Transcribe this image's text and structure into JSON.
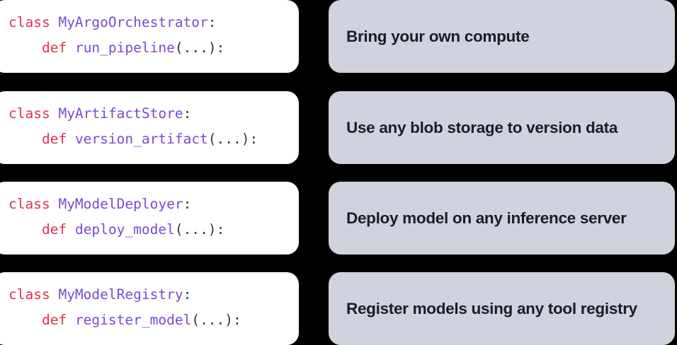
{
  "theme": {
    "background": "#000000",
    "code_card_bg": "#ffffff",
    "label_card_bg": "#d0d2dd",
    "keyword_color": "#e03050",
    "identifier_color": "#7b4ad0",
    "punctuation_color": "#33363d",
    "label_text_color": "#1b1b2e"
  },
  "rows": [
    {
      "code": {
        "line1": {
          "keyword": "class",
          "space": " ",
          "identifier": "MyArgoOrchestrator",
          "punct": ":"
        },
        "line2": {
          "indent": "    ",
          "keyword": "def",
          "space": " ",
          "identifier": "run_pipeline",
          "punct": "(...):"
        }
      },
      "label": "Bring your own compute"
    },
    {
      "code": {
        "line1": {
          "keyword": "class",
          "space": " ",
          "identifier": "MyArtifactStore",
          "punct": ":"
        },
        "line2": {
          "indent": "    ",
          "keyword": "def",
          "space": " ",
          "identifier": "version_artifact",
          "punct": "(...):"
        }
      },
      "label": "Use any blob storage to version data"
    },
    {
      "code": {
        "line1": {
          "keyword": "class",
          "space": " ",
          "identifier": "MyModelDeployer",
          "punct": ":"
        },
        "line2": {
          "indent": "    ",
          "keyword": "def",
          "space": " ",
          "identifier": "deploy_model",
          "punct": "(...):"
        }
      },
      "label": "Deploy model on any inference server"
    },
    {
      "code": {
        "line1": {
          "keyword": "class",
          "space": " ",
          "identifier": "MyModelRegistry",
          "punct": ":"
        },
        "line2": {
          "indent": "    ",
          "keyword": "def",
          "space": " ",
          "identifier": "register_model",
          "punct": "(...):"
        }
      },
      "label": "Register models using any tool registry"
    }
  ]
}
